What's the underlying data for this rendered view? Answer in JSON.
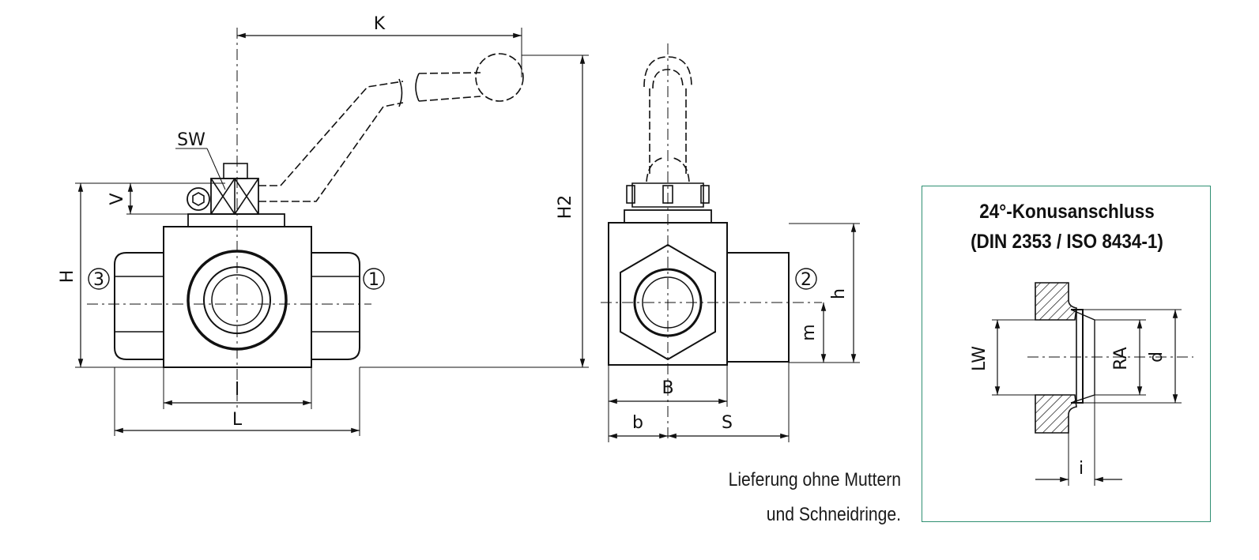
{
  "front_view": {
    "dim_K": "K",
    "dim_SW": "SW",
    "dim_V": "V",
    "dim_H": "H",
    "dim_H2": "H2",
    "dim_l": "l",
    "dim_L": "L",
    "port_1": "1",
    "port_3": "3"
  },
  "side_view": {
    "dim_B": "B",
    "dim_b": "b",
    "dim_S": "S",
    "dim_h": "h",
    "dim_m": "m",
    "port_2": "2"
  },
  "note": {
    "line1": "Lieferung ohne Muttern",
    "line2": "und Schneidringe."
  },
  "detail": {
    "title_line1": "24°-Konusanschluss",
    "title_line2": "(DIN 2353 / ISO 8434-1)",
    "dim_LW": "LW",
    "dim_RA": "RA",
    "dim_d": "d",
    "dim_i": "i"
  },
  "colors": {
    "frame": "#2f8f72",
    "line": "#111111"
  }
}
